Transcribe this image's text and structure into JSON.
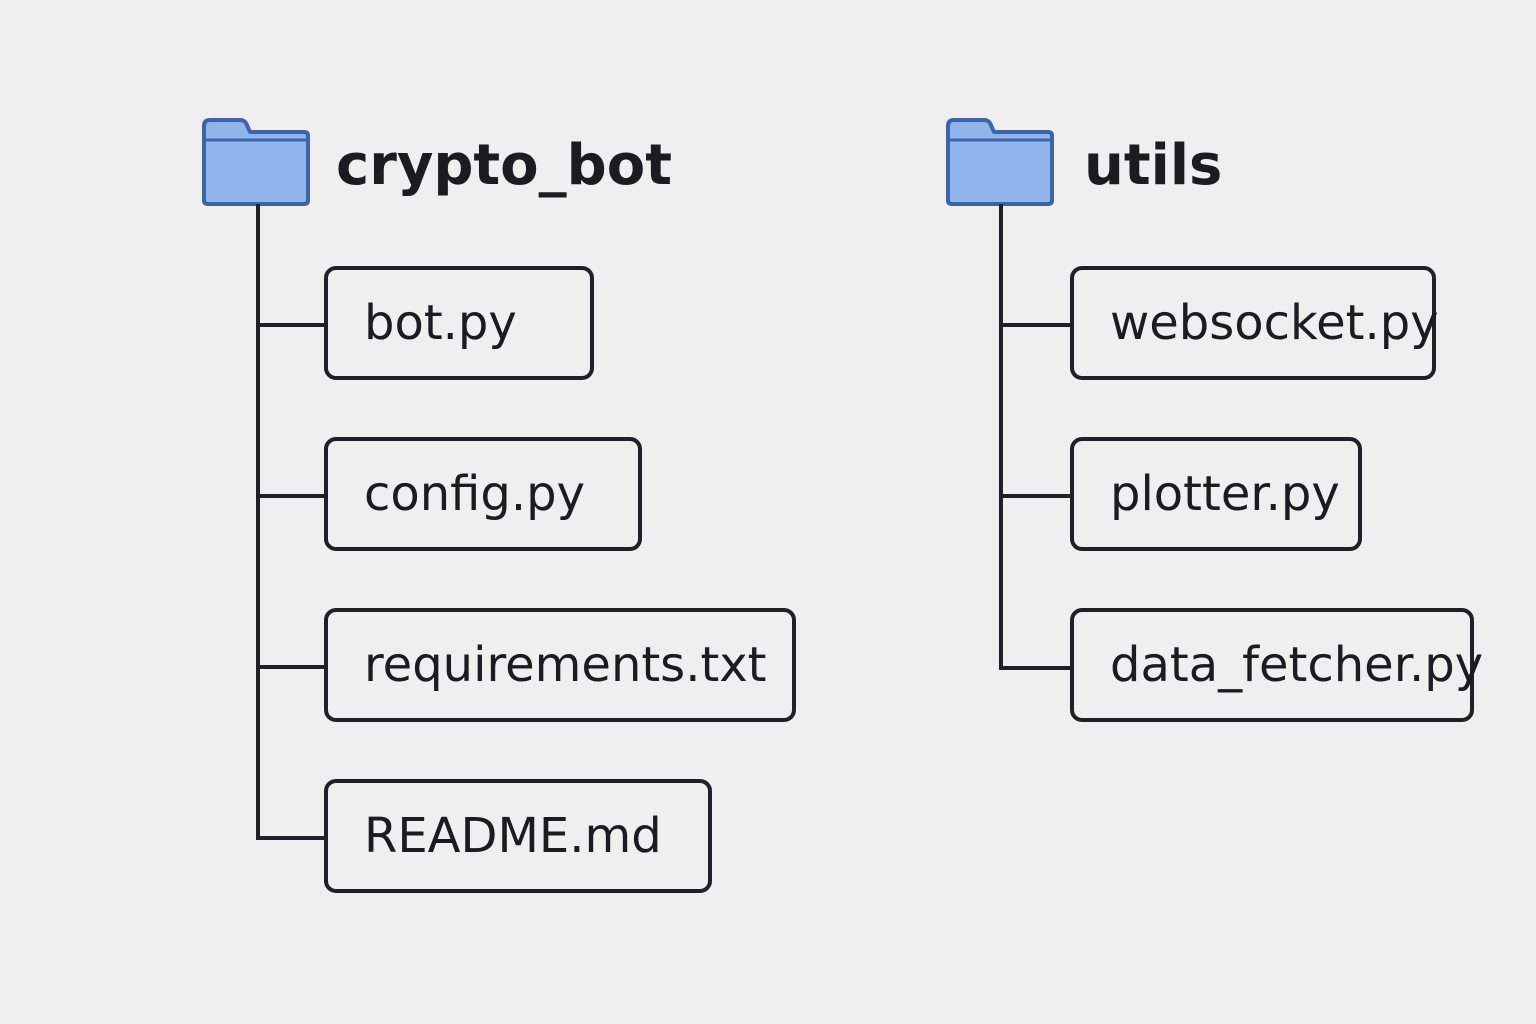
{
  "colors": {
    "background": "#efefef",
    "folder_fill": "#8fb5ec",
    "folder_stroke": "#3f64a6",
    "line": "#1f2126",
    "text": "#1b1b20"
  },
  "folders": [
    {
      "name": "crypto_bot",
      "icon": "folder-icon",
      "files": [
        "bot.py",
        "config.py",
        "requirements.txt",
        "README.md"
      ]
    },
    {
      "name": "utils",
      "icon": "folder-icon",
      "files": [
        "websocket.py",
        "plotter.py",
        "data_fetcher.py"
      ]
    }
  ]
}
